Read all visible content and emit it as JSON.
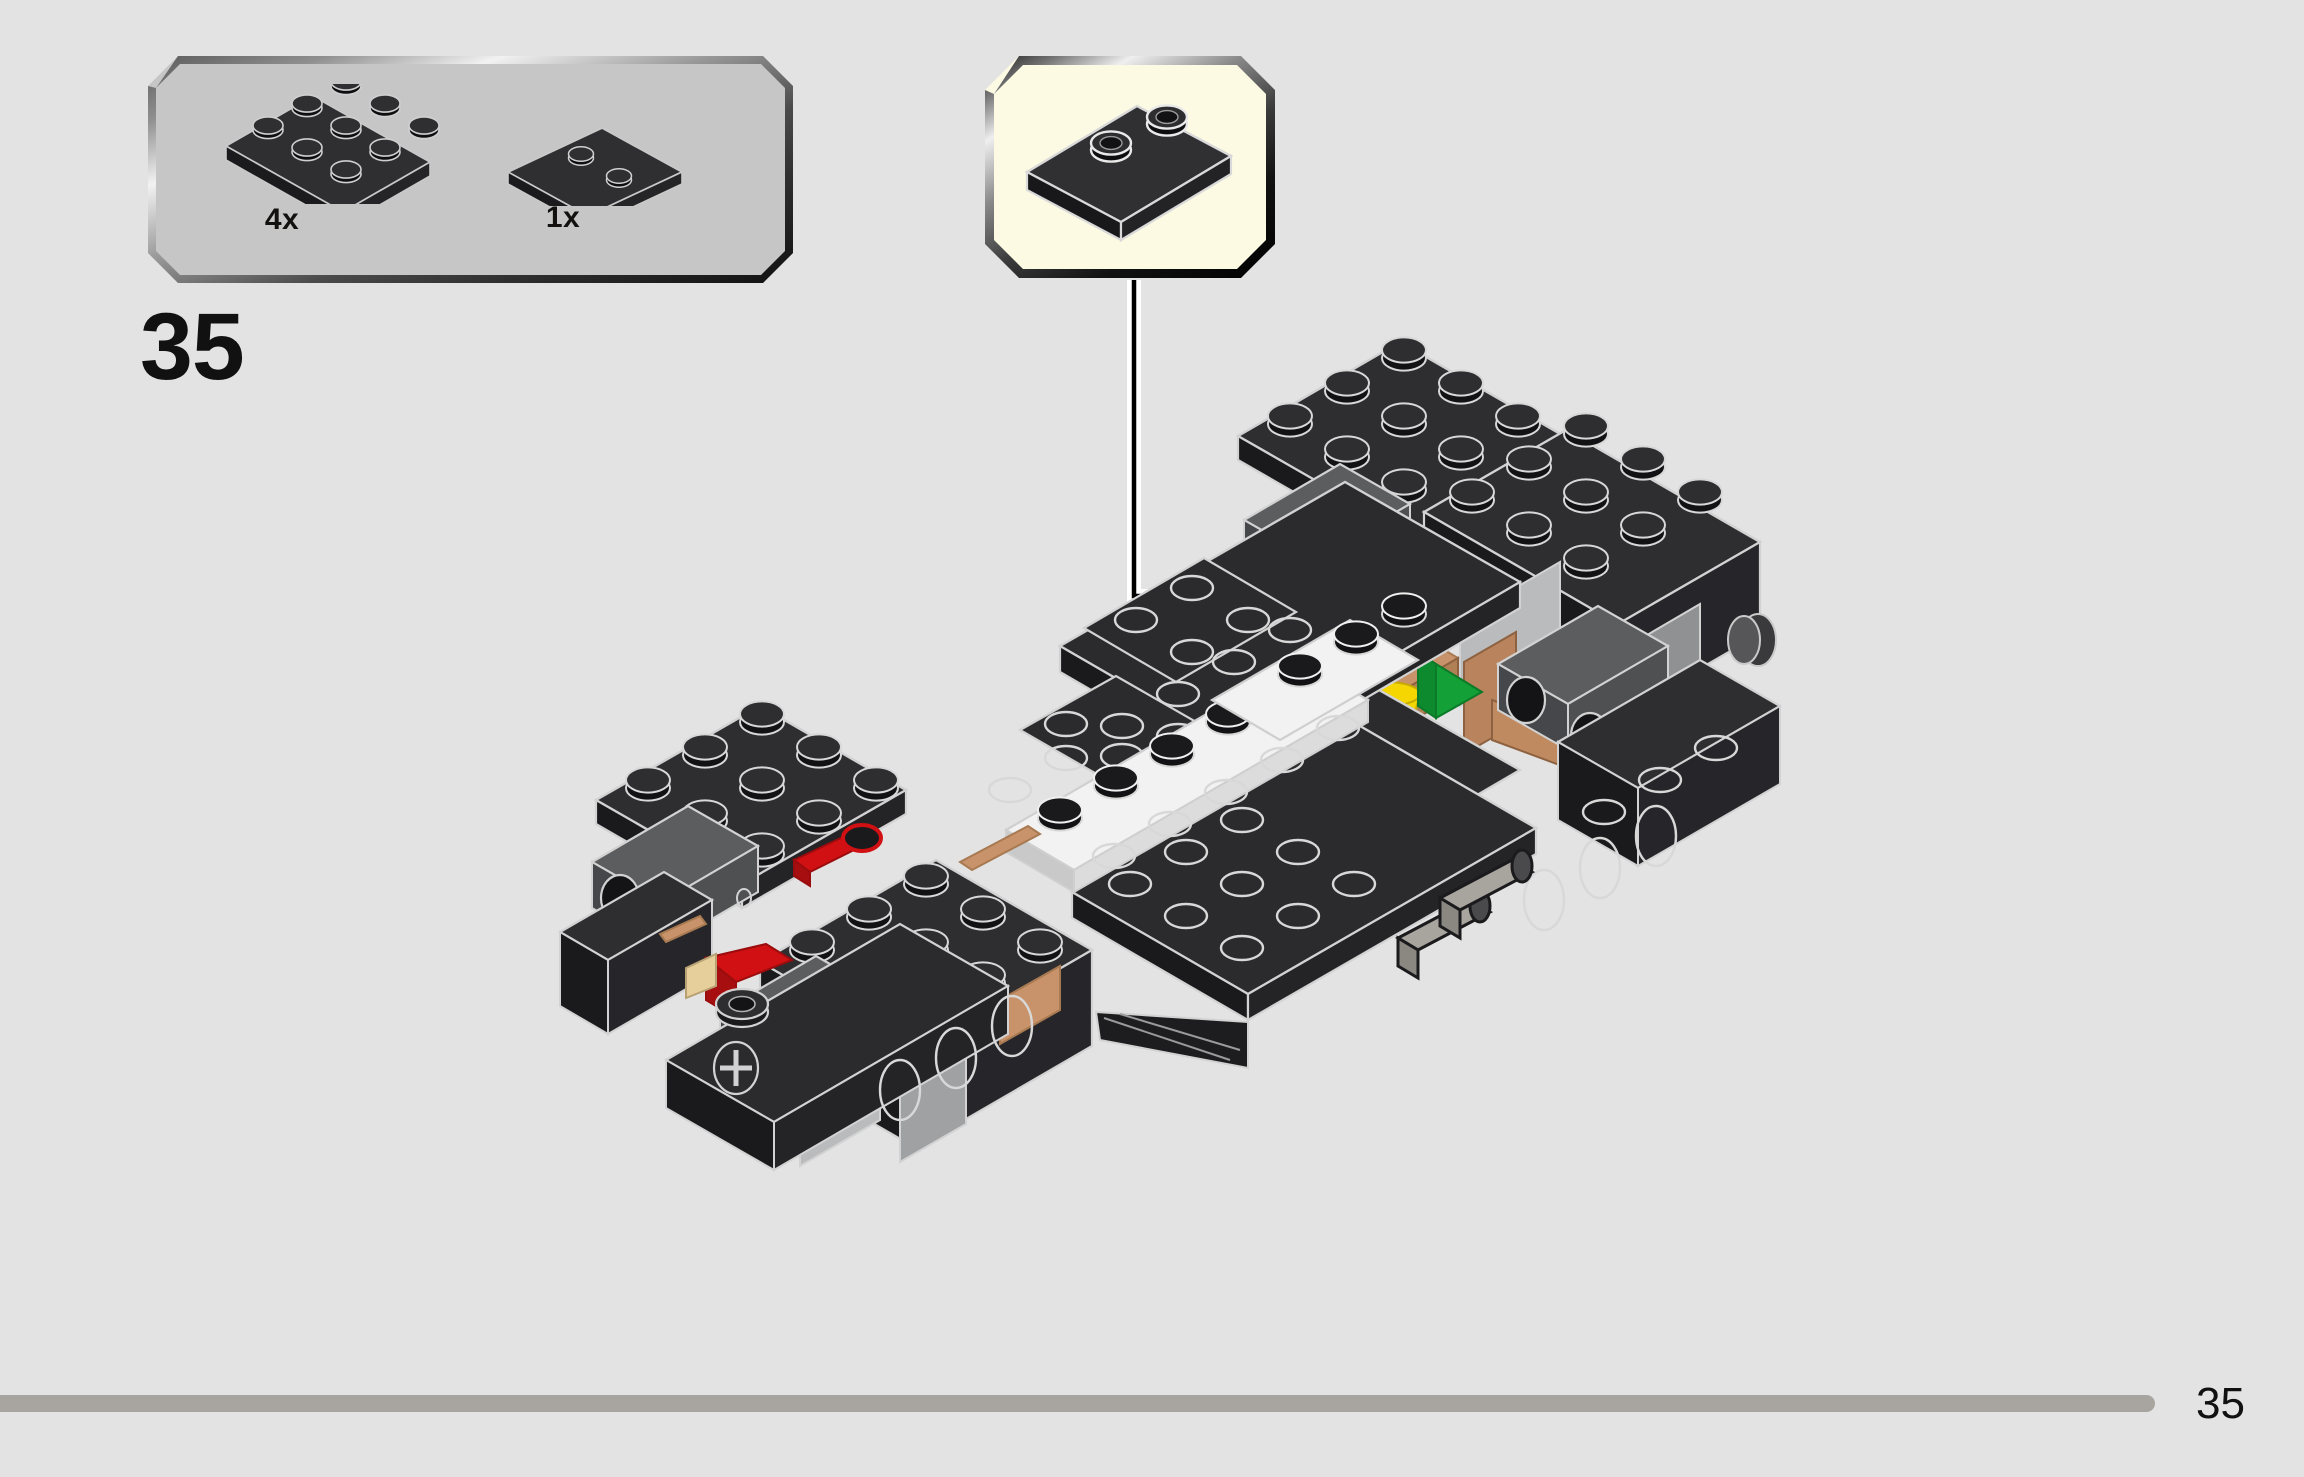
{
  "page": {
    "background_color": "#e3e3e3",
    "page_number": "35",
    "footer_bar_color": "#a8a4a0"
  },
  "step": {
    "number": "35"
  },
  "parts_box": {
    "fill_color": "#c6c6c6",
    "parts": [
      {
        "name": "plate-3x3-black",
        "quantity": "4x",
        "color": "#27272a",
        "studs": 9,
        "shape": "plate-3x3"
      },
      {
        "name": "plate-1x3-black",
        "quantity": "1x",
        "color": "#27272a",
        "studs": 2,
        "shape": "plate-1x3"
      }
    ]
  },
  "callout": {
    "fill_color": "#fdfae3",
    "part": {
      "name": "plate-1x3-black",
      "color": "#27272a",
      "studs": 2,
      "shape": "plate-1x3"
    }
  },
  "model": {
    "description": "Partially built black LEGO car chassis shown in isometric view",
    "colors": {
      "black": "#2b2b2d",
      "black_dark": "#1d1d1f",
      "black_light": "#3a3a3c",
      "dark_gray": "#595b5c",
      "light_gray": "#b9bbbc",
      "mid_gray": "#8a8c8d",
      "white": "#f2f2f2",
      "tan": "#c8926a",
      "tan_dark": "#a4744f",
      "red": "#d01012",
      "yellow": "#f5d600",
      "green": "#12a037",
      "outline": "#d8d8d8"
    }
  },
  "arrow": {
    "color": "#000000",
    "direction": "right",
    "description": "leader line from callout box down and right into the model"
  }
}
